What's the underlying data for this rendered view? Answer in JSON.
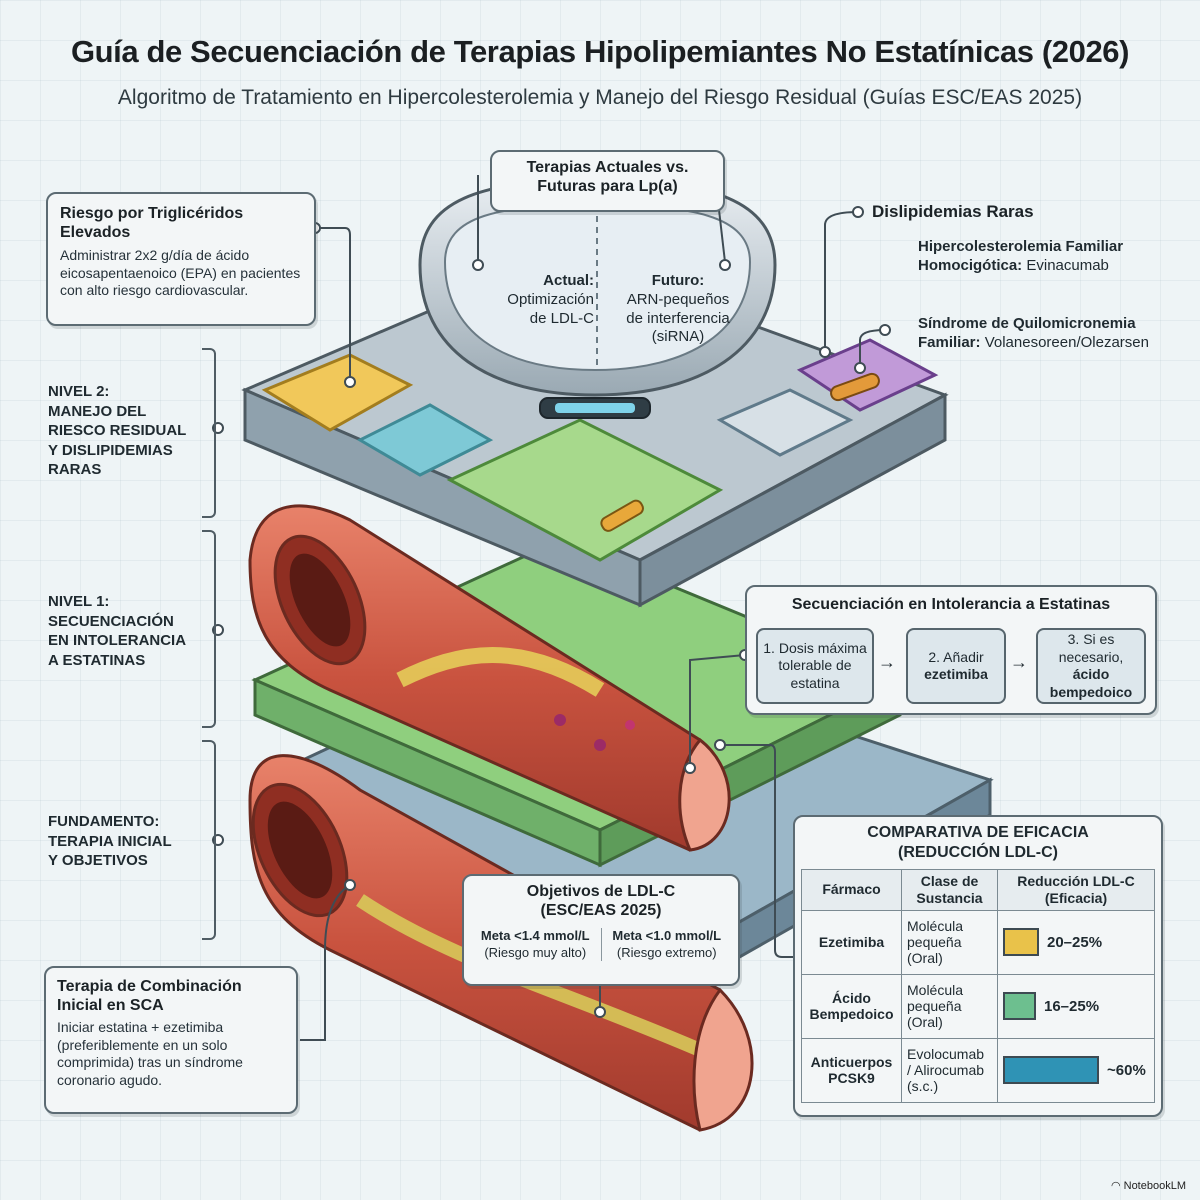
{
  "header": {
    "title": "Guía de Secuenciación de Terapias Hipolipemiantes No Estatínicas (2026)",
    "subtitle": "Algoritmo de Tratamiento en Hipercolesterolemia y Manejo del Riesgo Residual (Guías ESC/EAS 2025)"
  },
  "lpa": {
    "title_line1": "Terapias Actuales vs.",
    "title_line2": "Futuras para Lp(a)",
    "current_label": "Actual:",
    "current_text_1": "Optimización",
    "current_text_2": "de LDL-C",
    "future_label": "Futuro:",
    "future_text_1": "ARN-pequeños",
    "future_text_2": "de interferencia",
    "future_text_3": "(siRNA)"
  },
  "triglycerides": {
    "title_line1": "Riesgo por Triglicéridos",
    "title_line2": "Elevados",
    "text": "Administrar 2x2 g/día de ácido eicosapentaenoico (EPA) en pacientes con alto riesgo cardiovascular."
  },
  "rare": {
    "title": "Dislipidemias Raras",
    "item1_bold_1": "Hipercolesterolemia Familiar",
    "item1_bold_2": "Homocigótica:",
    "item1_text": "Evinacumab",
    "item2_bold_1": "Síndrome de Quilomicronemia",
    "item2_bold_2": "Familiar:",
    "item2_text": "Volanesoreen/Olezarsen"
  },
  "levels": {
    "level2_1": "NIVEL 2:",
    "level2_2": "MANEJO DEL",
    "level2_3": "RIESCO RESIDUAL",
    "level2_4": "Y DISLIPIDEMIAS",
    "level2_5": "RARAS",
    "level1_1": "NIVEL 1:",
    "level1_2": "SECUENCIACIÓN",
    "level1_3": "EN INTOLERANCIA",
    "level1_4": "A ESTATINAS",
    "base_1": "FUNDAMENTO:",
    "base_2": "TERAPIA INICIAL",
    "base_3": "Y OBJETIVOS"
  },
  "statin": {
    "title": "Secuenciación en Intolerancia a Estatinas",
    "step1_1": "1. Dosis máxima",
    "step1_2": "tolerable de",
    "step1_3": "estatina",
    "step2_1": "2. Añadir",
    "step2_2": "ezetimiba",
    "step3_1": "3. Si es",
    "step3_2": "necesario,",
    "step3_3": "ácido",
    "step3_4": "bempedoico"
  },
  "combo": {
    "title_line1": "Terapia de Combinación",
    "title_line2": "Inicial en SCA",
    "text": "Iniciar estatina + ezetimiba (preferiblemente en un solo comprimida) tras un síndrome coronario agudo."
  },
  "ldl_goals": {
    "title_line1": "Objetivos de LDL-C",
    "title_line2": "(ESC/EAS 2025)",
    "goal1": "Meta <1.4 mmol/L",
    "goal1_note": "(Riesgo muy alto)",
    "goal2": "Meta <1.0 mmol/L",
    "goal2_note": "(Riesgo extremo)"
  },
  "comparison": {
    "title_line1": "COMPARATIVA DE EFICACIA",
    "title_line2": "(REDUCCIÓN LDL-C)",
    "headers": {
      "drug": "Fármaco",
      "class_1": "Clase de",
      "class_2": "Sustancia",
      "reduction_1": "Reducción LDL-C",
      "reduction_2": "(Eficacia)"
    },
    "rows": [
      {
        "drug_1": "Ezetimiba",
        "drug_2": "",
        "class_1": "Molécula",
        "class_2": "pequeña",
        "class_3": "(Oral)",
        "reduction": "20–25%",
        "color": "#e9c24a",
        "fraction": 0.225
      },
      {
        "drug_1": "Ácido",
        "drug_2": "Bempedoico",
        "class_1": "Molécula",
        "class_2": "pequeña",
        "class_3": "(Oral)",
        "reduction": "16–25%",
        "color": "#6dbf8f",
        "fraction": 0.205
      },
      {
        "drug_1": "Anticuerpos",
        "drug_2": "PCSK9",
        "class_1": "Evolocumab",
        "class_2": "/ Alirocumab",
        "class_3": "(s.c.)",
        "reduction": "~60%",
        "color": "#2f93b5",
        "fraction": 0.6
      }
    ]
  },
  "brand": "NotebookLM"
}
